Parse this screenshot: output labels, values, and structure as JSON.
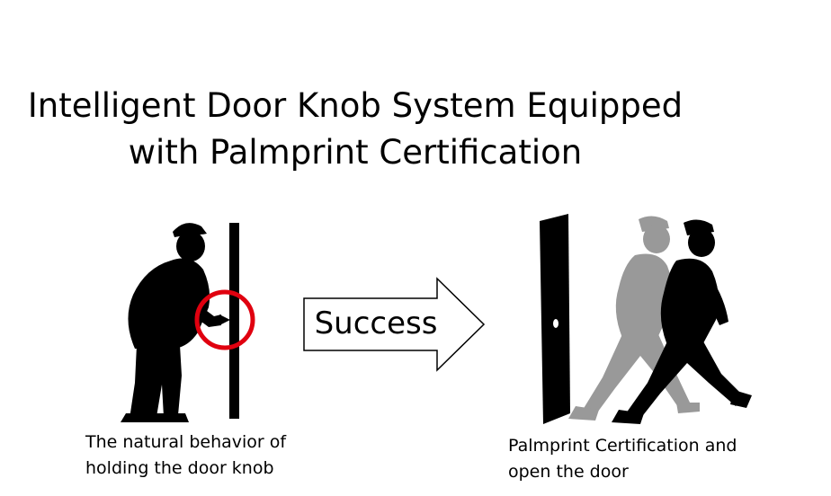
{
  "title": {
    "line1": "Intelligent Door Knob System Equipped",
    "line2": "with Palmprint Certification"
  },
  "left_scene": {
    "caption_line1": "The natural behavior of",
    "caption_line2": "holding the door knob"
  },
  "arrow": {
    "label": "Success"
  },
  "right_scene": {
    "caption_line1": "Palmprint Certification and",
    "caption_line2": "open the door"
  },
  "colors": {
    "silhouette": "#000000",
    "ghost_silhouette": "#999999",
    "highlight_ring": "#e0000f"
  }
}
